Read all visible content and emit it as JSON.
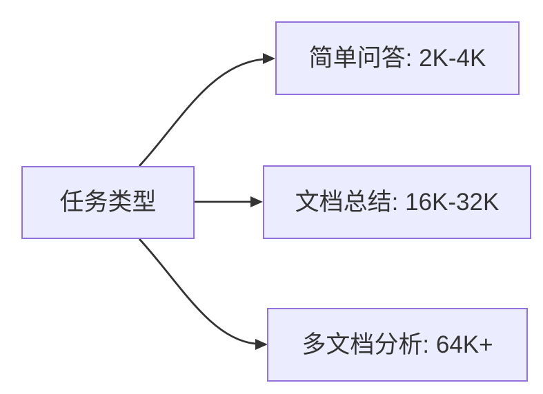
{
  "diagram": {
    "type": "flowchart",
    "direction": "left-to-right",
    "colors": {
      "background": "#FFFFFF",
      "node_fill": "#ECECFF",
      "node_border": "#9370DB",
      "edge": "#333333",
      "text": "#333333"
    },
    "nodes": [
      {
        "id": "task-type",
        "label": "任务类型"
      },
      {
        "id": "simple-qa",
        "label": "简单问答: 2K-4K"
      },
      {
        "id": "doc-summary",
        "label": "文档总结: 16K-32K"
      },
      {
        "id": "multi-doc-analysis",
        "label": "多文档分析: 64K+"
      }
    ],
    "edges": [
      {
        "from": "task-type",
        "to": "simple-qa"
      },
      {
        "from": "task-type",
        "to": "doc-summary"
      },
      {
        "from": "task-type",
        "to": "multi-doc-analysis"
      }
    ]
  }
}
